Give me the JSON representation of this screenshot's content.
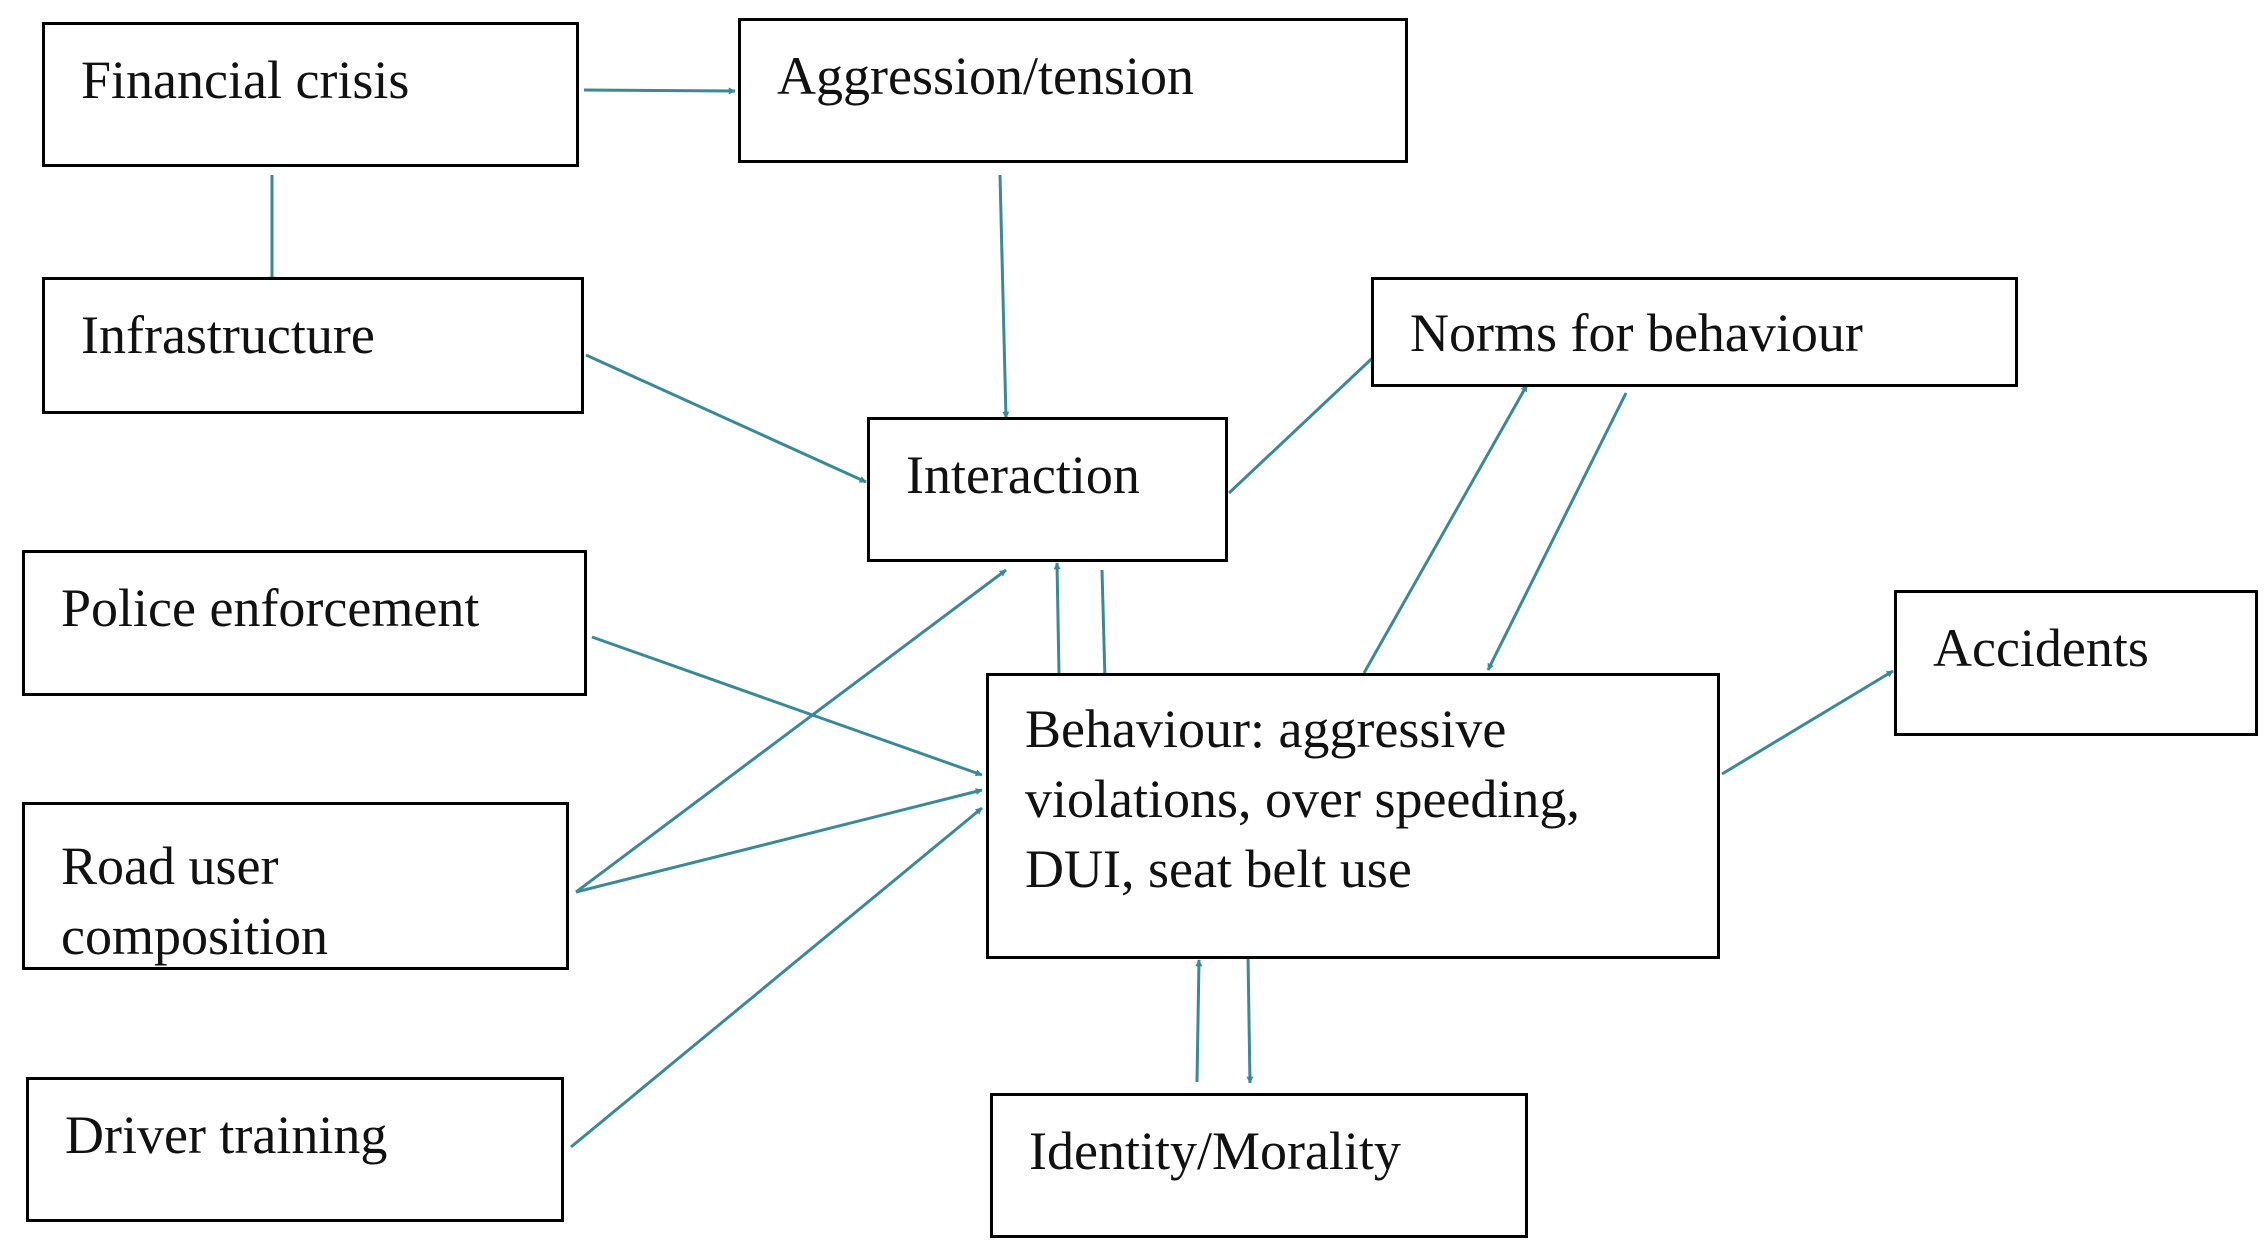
{
  "diagram": {
    "boxes": {
      "financial_crisis": "Financial crisis",
      "aggression_tension": "Aggression/tension",
      "infrastructure": "Infrastructure",
      "norms_for_behaviour": "Norms for behaviour",
      "interaction": "Interaction",
      "police_enforcement": "Police enforcement",
      "accidents": "Accidents",
      "behaviour": "Behaviour: aggressive violations, over speeding, DUI, seat belt use",
      "road_user_composition": "Road user composition",
      "driver_training": "Driver training",
      "identity_morality": "Identity/Morality"
    },
    "arrows": [
      {
        "from": "financial_crisis",
        "to": "aggression_tension"
      },
      {
        "from": "financial_crisis",
        "to": "infrastructure"
      },
      {
        "from": "aggression_tension",
        "to": "interaction"
      },
      {
        "from": "infrastructure",
        "to": "interaction"
      },
      {
        "from": "interaction",
        "to": "norms_for_behaviour"
      },
      {
        "from": "interaction",
        "to": "behaviour"
      },
      {
        "from": "behaviour",
        "to": "interaction"
      },
      {
        "from": "behaviour",
        "to": "norms_for_behaviour"
      },
      {
        "from": "norms_for_behaviour",
        "to": "behaviour"
      },
      {
        "from": "police_enforcement",
        "to": "behaviour"
      },
      {
        "from": "road_user_composition",
        "to": "interaction"
      },
      {
        "from": "road_user_composition",
        "to": "behaviour"
      },
      {
        "from": "driver_training",
        "to": "behaviour"
      },
      {
        "from": "behaviour",
        "to": "accidents"
      },
      {
        "from": "behaviour",
        "to": "identity_morality"
      },
      {
        "from": "identity_morality",
        "to": "behaviour"
      }
    ],
    "arrow_color": "#3a8a96"
  }
}
